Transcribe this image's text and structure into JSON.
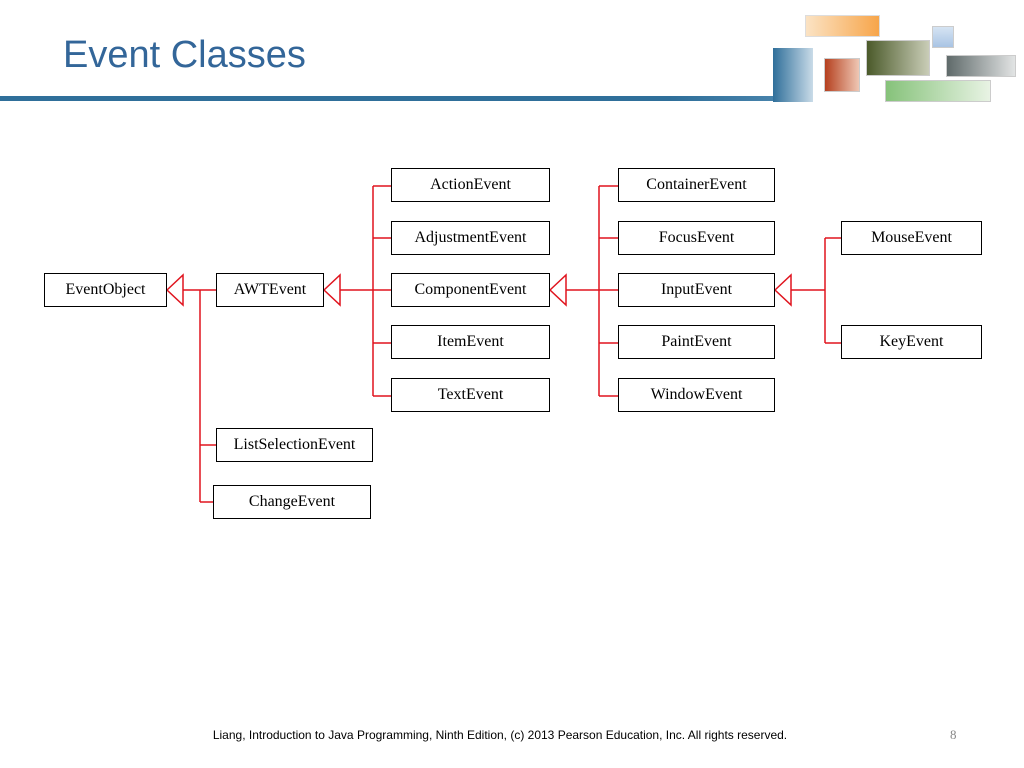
{
  "slide": {
    "title": "Event Classes",
    "footer": "Liang, Introduction to Java Programming, Ninth Edition, (c) 2013 Pearson Education, Inc. All rights reserved.",
    "page_number": "8"
  },
  "diagram": {
    "classes": {
      "event_object": "EventObject",
      "awt_event": "AWTEvent",
      "list_selection_event": "ListSelectionEvent",
      "change_event": "ChangeEvent",
      "action_event": "ActionEvent",
      "adjustment_event": "AdjustmentEvent",
      "component_event": "ComponentEvent",
      "item_event": "ItemEvent",
      "text_event": "TextEvent",
      "container_event": "ContainerEvent",
      "focus_event": "FocusEvent",
      "input_event": "InputEvent",
      "paint_event": "PaintEvent",
      "window_event": "WindowEvent",
      "mouse_event": "MouseEvent",
      "key_event": "KeyEvent"
    },
    "inheritance": [
      {
        "parent": "EventObject",
        "children": [
          "AWTEvent",
          "ListSelectionEvent",
          "ChangeEvent"
        ]
      },
      {
        "parent": "AWTEvent",
        "children": [
          "ActionEvent",
          "AdjustmentEvent",
          "ComponentEvent",
          "ItemEvent",
          "TextEvent"
        ]
      },
      {
        "parent": "ComponentEvent",
        "children": [
          "ContainerEvent",
          "FocusEvent",
          "InputEvent",
          "PaintEvent",
          "WindowEvent"
        ]
      },
      {
        "parent": "InputEvent",
        "children": [
          "MouseEvent",
          "KeyEvent"
        ]
      }
    ],
    "connector_color": "#e0141e"
  },
  "decoration": {
    "colors": [
      "#f7a54a",
      "#a9c4e4",
      "#6f7a4a",
      "#c8552f",
      "#7f8a8a",
      "#9fcf8f",
      "#2f6f9a"
    ]
  }
}
